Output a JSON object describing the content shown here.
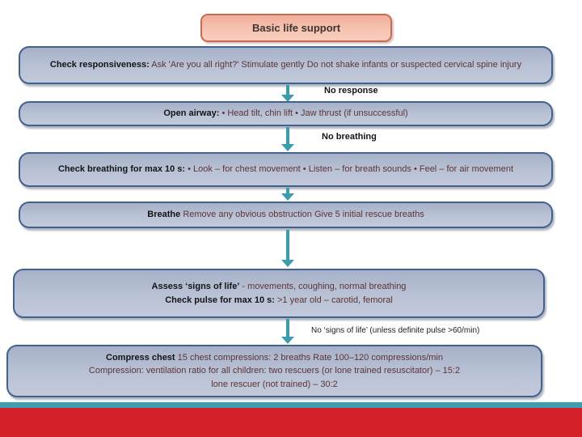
{
  "title": {
    "label": "Basic life support"
  },
  "flow": {
    "boxes": [
      {
        "id": "check-responsiveness",
        "lines": [
          {
            "segments": [
              {
                "bold": true,
                "text": "Check responsiveness:"
              },
              {
                "bold": false,
                "text": " Ask 'Are you all right?' Stimulate gently Do not shake infants or suspected cervical spine injury"
              }
            ]
          }
        ]
      },
      {
        "id": "open-airway",
        "lines": [
          {
            "segments": [
              {
                "bold": true,
                "text": "Open airway:"
              },
              {
                "bold": false,
                "text": " • Head tilt, chin lift • Jaw thrust (if unsuccessful)"
              }
            ]
          }
        ]
      },
      {
        "id": "check-breathing",
        "lines": [
          {
            "segments": [
              {
                "bold": true,
                "text": "Check breathing for max 10 s:"
              },
              {
                "bold": false,
                "text": " • Look – for chest movement • Listen – for breath sounds • Feel – for air movement"
              }
            ]
          }
        ]
      },
      {
        "id": "breathe",
        "lines": [
          {
            "segments": [
              {
                "bold": true,
                "text": "Breathe"
              },
              {
                "bold": false,
                "text": " Remove any obvious obstruction Give 5 initial rescue breaths"
              }
            ]
          }
        ]
      },
      {
        "id": "assess-signs-of-life",
        "lines": [
          {
            "segments": [
              {
                "bold": true,
                "text": "Assess ‘signs of life’"
              },
              {
                "bold": false,
                "text": " - movements, coughing, normal breathing"
              }
            ]
          },
          {
            "segments": [
              {
                "bold": true,
                "text": "Check pulse for max 10 s:"
              },
              {
                "bold": false,
                "text": " >1 year old – carotid, femoral"
              }
            ]
          }
        ]
      },
      {
        "id": "compress-chest",
        "lines": [
          {
            "segments": [
              {
                "bold": true,
                "text": "Compress chest"
              },
              {
                "bold": false,
                "text": " 15 chest compressions: 2 breaths Rate 100–120 compressions/min"
              }
            ]
          },
          {
            "segments": [
              {
                "bold": false,
                "text": "Compression: ventilation ratio for all children: two rescuers (or lone trained resuscitator) – 15:2"
              }
            ]
          },
          {
            "segments": [
              {
                "bold": false,
                "text": "lone rescuer (not trained) – 30:2"
              }
            ]
          }
        ]
      }
    ],
    "connectors": [
      {
        "label": "No response"
      },
      {
        "label": "No breathing"
      },
      {
        "label": ""
      },
      {
        "label": ""
      },
      {
        "label": "No ‘signs of life’ (unless definite pulse >60/min)"
      }
    ]
  },
  "colors": {
    "box_fill": "#b9c2d5",
    "box_border": "#41618e",
    "title_fill": "#f6c3b1",
    "title_border": "#c96a50",
    "arrow": "#3a9dae",
    "bold_text": "#141414",
    "body_text": "#5d3434",
    "footer_teal": "#3aa0b1",
    "footer_red": "#d42028"
  }
}
